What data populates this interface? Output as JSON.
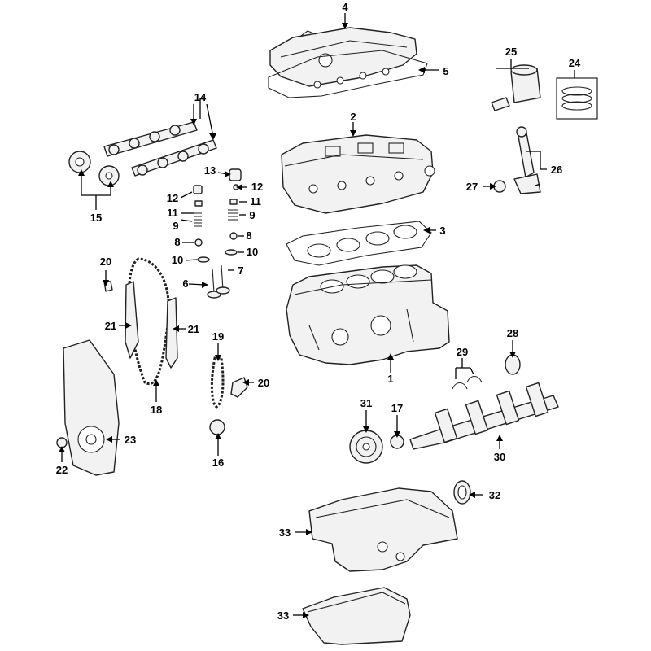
{
  "diagram": {
    "callouts": [
      {
        "id": "c1",
        "label": "1"
      },
      {
        "id": "c2",
        "label": "2"
      },
      {
        "id": "c3",
        "label": "3"
      },
      {
        "id": "c4",
        "label": "4"
      },
      {
        "id": "c5",
        "label": "5"
      },
      {
        "id": "c6",
        "label": "6"
      },
      {
        "id": "c7",
        "label": "7"
      },
      {
        "id": "c8a",
        "label": "8"
      },
      {
        "id": "c8b",
        "label": "8"
      },
      {
        "id": "c9a",
        "label": "9"
      },
      {
        "id": "c9b",
        "label": "9"
      },
      {
        "id": "c10a",
        "label": "10"
      },
      {
        "id": "c10b",
        "label": "10"
      },
      {
        "id": "c11a",
        "label": "11"
      },
      {
        "id": "c11b",
        "label": "11"
      },
      {
        "id": "c12a",
        "label": "12"
      },
      {
        "id": "c12b",
        "label": "12"
      },
      {
        "id": "c13",
        "label": "13"
      },
      {
        "id": "c14",
        "label": "14"
      },
      {
        "id": "c15",
        "label": "15"
      },
      {
        "id": "c16",
        "label": "16"
      },
      {
        "id": "c17",
        "label": "17"
      },
      {
        "id": "c18",
        "label": "18"
      },
      {
        "id": "c19",
        "label": "19"
      },
      {
        "id": "c20a",
        "label": "20"
      },
      {
        "id": "c20b",
        "label": "20"
      },
      {
        "id": "c21a",
        "label": "21"
      },
      {
        "id": "c21b",
        "label": "21"
      },
      {
        "id": "c22",
        "label": "22"
      },
      {
        "id": "c23",
        "label": "23"
      },
      {
        "id": "c24",
        "label": "24"
      },
      {
        "id": "c25",
        "label": "25"
      },
      {
        "id": "c26",
        "label": "26"
      },
      {
        "id": "c27",
        "label": "27"
      },
      {
        "id": "c28",
        "label": "28"
      },
      {
        "id": "c29",
        "label": "29"
      },
      {
        "id": "c30",
        "label": "30"
      },
      {
        "id": "c31",
        "label": "31"
      },
      {
        "id": "c32",
        "label": "32"
      },
      {
        "id": "c33a",
        "label": "33"
      },
      {
        "id": "c33b",
        "label": "33"
      }
    ]
  }
}
